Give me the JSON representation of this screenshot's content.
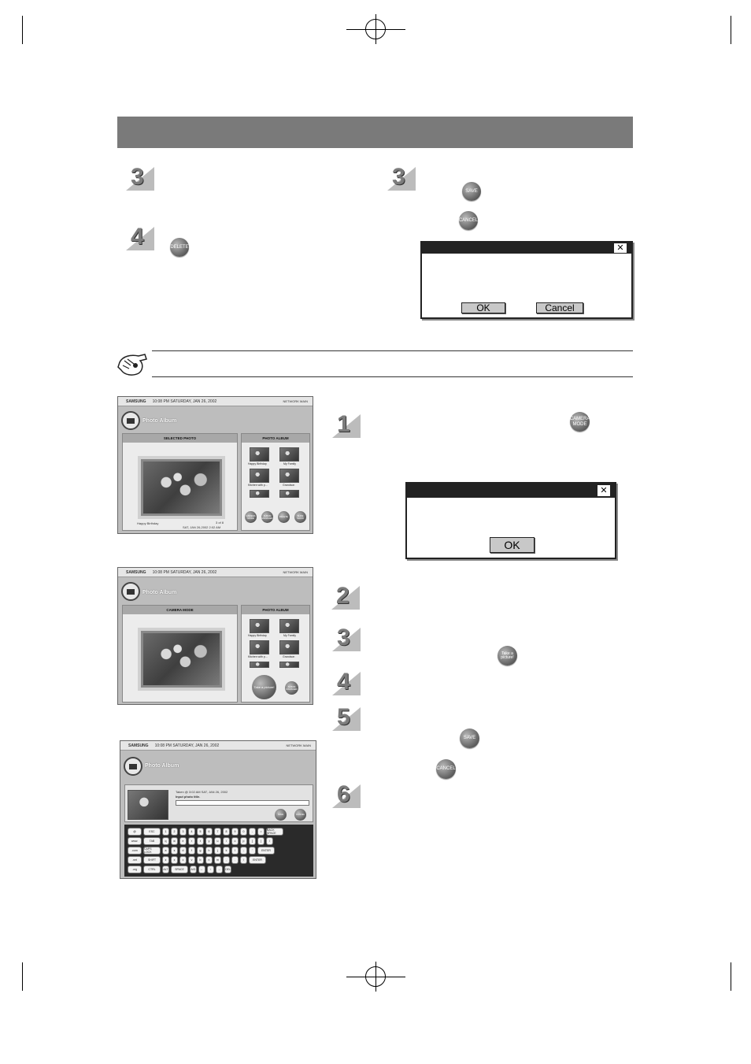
{
  "dialog_save": {
    "ok_label": "OK",
    "cancel_label": "Cancel"
  },
  "dialog_camera": {
    "ok_label": "OK"
  },
  "buttons": {
    "save": "SAVE",
    "cancel": "CANCEL",
    "delete": "DELETE",
    "camera_mode": "CAMERA MODE",
    "take_picture": "Take a picture!"
  },
  "steps_left": [
    "3",
    "4"
  ],
  "steps_top_right": [
    "3"
  ],
  "steps_right": [
    "1",
    "2",
    "3",
    "4",
    "5",
    "6"
  ],
  "screen1": {
    "brand": "SAMSUNG",
    "datetime": "10:08 PM SATURDAY, JAN 26, 2002",
    "status": "NETWORK  MAIN",
    "title": "Photo Album",
    "left_panel": "SELECTED PHOTO",
    "right_panel": "PHOTO ALBUM",
    "caption": "Happy Birthday",
    "photo_info_1": "3 of 8",
    "photo_info_2": "SAT, JAN 26,2002 2:02 AM",
    "thumbs": [
      "Happy Birthday",
      "My Family",
      "Kitchen with p...",
      "Grandson"
    ],
    "btns": [
      "CAMERA MODE",
      "ALBUM MANAGER",
      "DELETE",
      "SLIDE SHOW"
    ]
  },
  "screen2": {
    "brand": "SAMSUNG",
    "datetime": "10:08 PM SATURDAY, JAN 26, 2002",
    "status": "NETWORK  MAIN",
    "title": "Photo Album",
    "left_panel": "CAMERA MODE",
    "right_panel": "PHOTO ALBUM",
    "thumbs": [
      "Happy Birthday",
      "My Family",
      "Kitchen with p...",
      "Grandson"
    ],
    "take_btn": "Take a picture!",
    "album_btn": "ALBUM MANAGER"
  },
  "screen3": {
    "brand": "SAMSUNG",
    "datetime": "10:08 PM SATURDAY, JAN 26, 2002",
    "status": "NETWORK  MAIN",
    "title": "Photo Album",
    "taken": "Taken @ 3:02 AM SAT, JAN 26, 2002",
    "input_label": "Input photo title.",
    "save": "SAVE",
    "cancel": "CANCEL",
    "keys_row1": [
      "@",
      "ESC",
      "1",
      "2",
      "3",
      "4",
      "5",
      "6",
      "7",
      "8",
      "9",
      "0",
      "-",
      "=",
      "BACK SPACE"
    ],
    "keys_row2": [
      "www.",
      "TAB",
      "q",
      "w",
      "e",
      "r",
      "t",
      "y",
      "u",
      "i",
      "o",
      "p",
      "[",
      "]",
      "\\"
    ],
    "keys_row3": [
      ".com",
      "CAPS LOCK",
      "a",
      "s",
      "d",
      "f",
      "g",
      "h",
      "j",
      "k",
      "l",
      ";",
      "'",
      "ENTER"
    ],
    "keys_row4": [
      ".net",
      "SHIFT",
      "z",
      "x",
      "c",
      "v",
      "b",
      "n",
      "m",
      ",",
      ".",
      "/",
      "ENTER"
    ],
    "keys_row5": [
      ".org",
      "CTRL",
      "ALT",
      "SPACE",
      "A/G",
      "←",
      "↑",
      "→",
      "DEL"
    ]
  }
}
